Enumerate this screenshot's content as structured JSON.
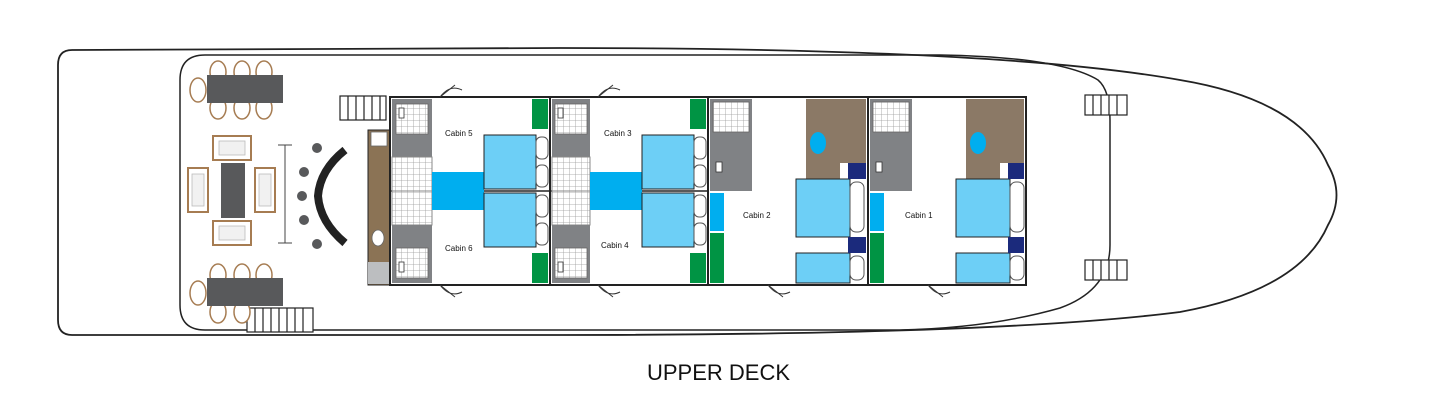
{
  "deck": {
    "title": "UPPER DECK"
  },
  "cabins": [
    {
      "id": "cabin-5",
      "label": "Cabin 5"
    },
    {
      "id": "cabin-3",
      "label": "Cabin 3"
    },
    {
      "id": "cabin-2",
      "label": "Cabin 2"
    },
    {
      "id": "cabin-1",
      "label": "Cabin 1"
    },
    {
      "id": "cabin-6",
      "label": "Cabin 6"
    },
    {
      "id": "cabin-4",
      "label": "Cabin 4"
    }
  ],
  "colors": {
    "hull_line": "#222222",
    "bed": "#6dcff6",
    "floor_accent": "#00aeef",
    "bathroom": "#808285",
    "wardrobe_green": "#009444",
    "closet_brown": "#8b7966",
    "nightstand_navy": "#1b2a7c",
    "furniture_dark": "#58595b",
    "table_wood": "#a67c52",
    "chair_fill": "#f5f5f5"
  }
}
